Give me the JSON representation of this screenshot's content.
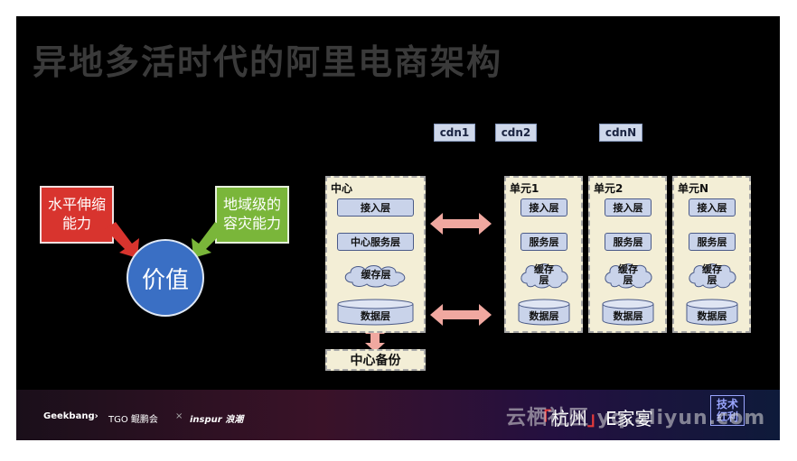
{
  "slide": {
    "title": "异地多活时代的阿里电商架构",
    "drivers": {
      "left": "水平伸缩\n能力",
      "right": "地域级的\n容灾能力",
      "center": "价值"
    },
    "cdn": [
      "cdn1",
      "cdn2",
      "cdnN"
    ],
    "center_unit": {
      "title": "中心",
      "layers": [
        "接入层",
        "中心服务层",
        "缓存层",
        "数据层"
      ]
    },
    "units": [
      {
        "title": "单元1",
        "layers": [
          "接入层",
          "服务层",
          "缓存\n层",
          "数据层"
        ]
      },
      {
        "title": "单元2",
        "layers": [
          "接入层",
          "服务层",
          "缓存\n层",
          "数据层"
        ]
      },
      {
        "title": "单元N",
        "layers": [
          "接入层",
          "服务层",
          "缓存\n层",
          "数据层"
        ]
      }
    ],
    "backup": "中心备份"
  },
  "footer": {
    "sponsors": [
      "Geekbang›",
      "TGO 鲲鹏会",
      "×",
      "inspur 浪潮"
    ],
    "event_open": "「",
    "event_city": "杭州",
    "event_close": "」",
    "event_name": "E家宴",
    "badge": "技术\n红利"
  },
  "watermark": "云栖社区 yq.aliyun.com",
  "colors": {
    "red_box": "#d8342e",
    "green_box": "#7ab63a",
    "value_circle": "#3a6fc4",
    "arrow": "#f0a8a0",
    "unit_bg": "#f3eed6",
    "layer_fill": "#c9d3ea"
  }
}
